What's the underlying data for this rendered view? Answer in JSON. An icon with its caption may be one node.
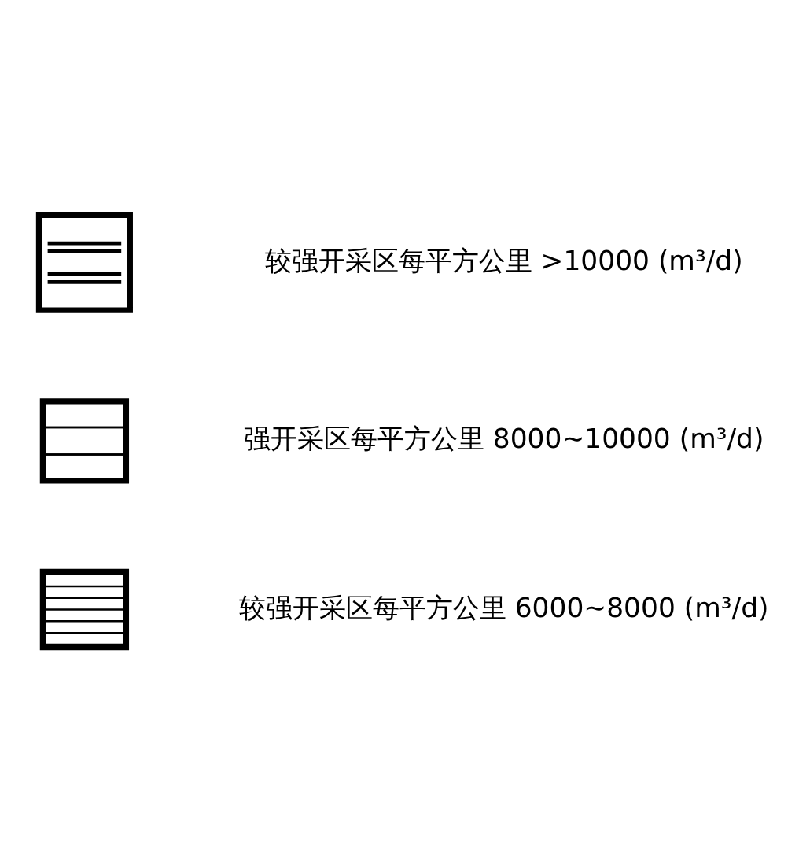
{
  "diagram": {
    "nodes": [
      {
        "text": [],
        "shape": "box"
      },
      {
        "text": [],
        "shape": "box"
      },
      {
        "text": [],
        "shape": "box"
      }
    ],
    "legend": [
      {
        "text": "较强开采区每平方公里 >10000 (m³/d)"
      },
      {
        "text": "强开采区每平方公里 8000~10000 (m³/d)"
      },
      {
        "text": "较强开采区每平方公里 6000~8000 (m³/d)"
      }
    ]
  }
}
